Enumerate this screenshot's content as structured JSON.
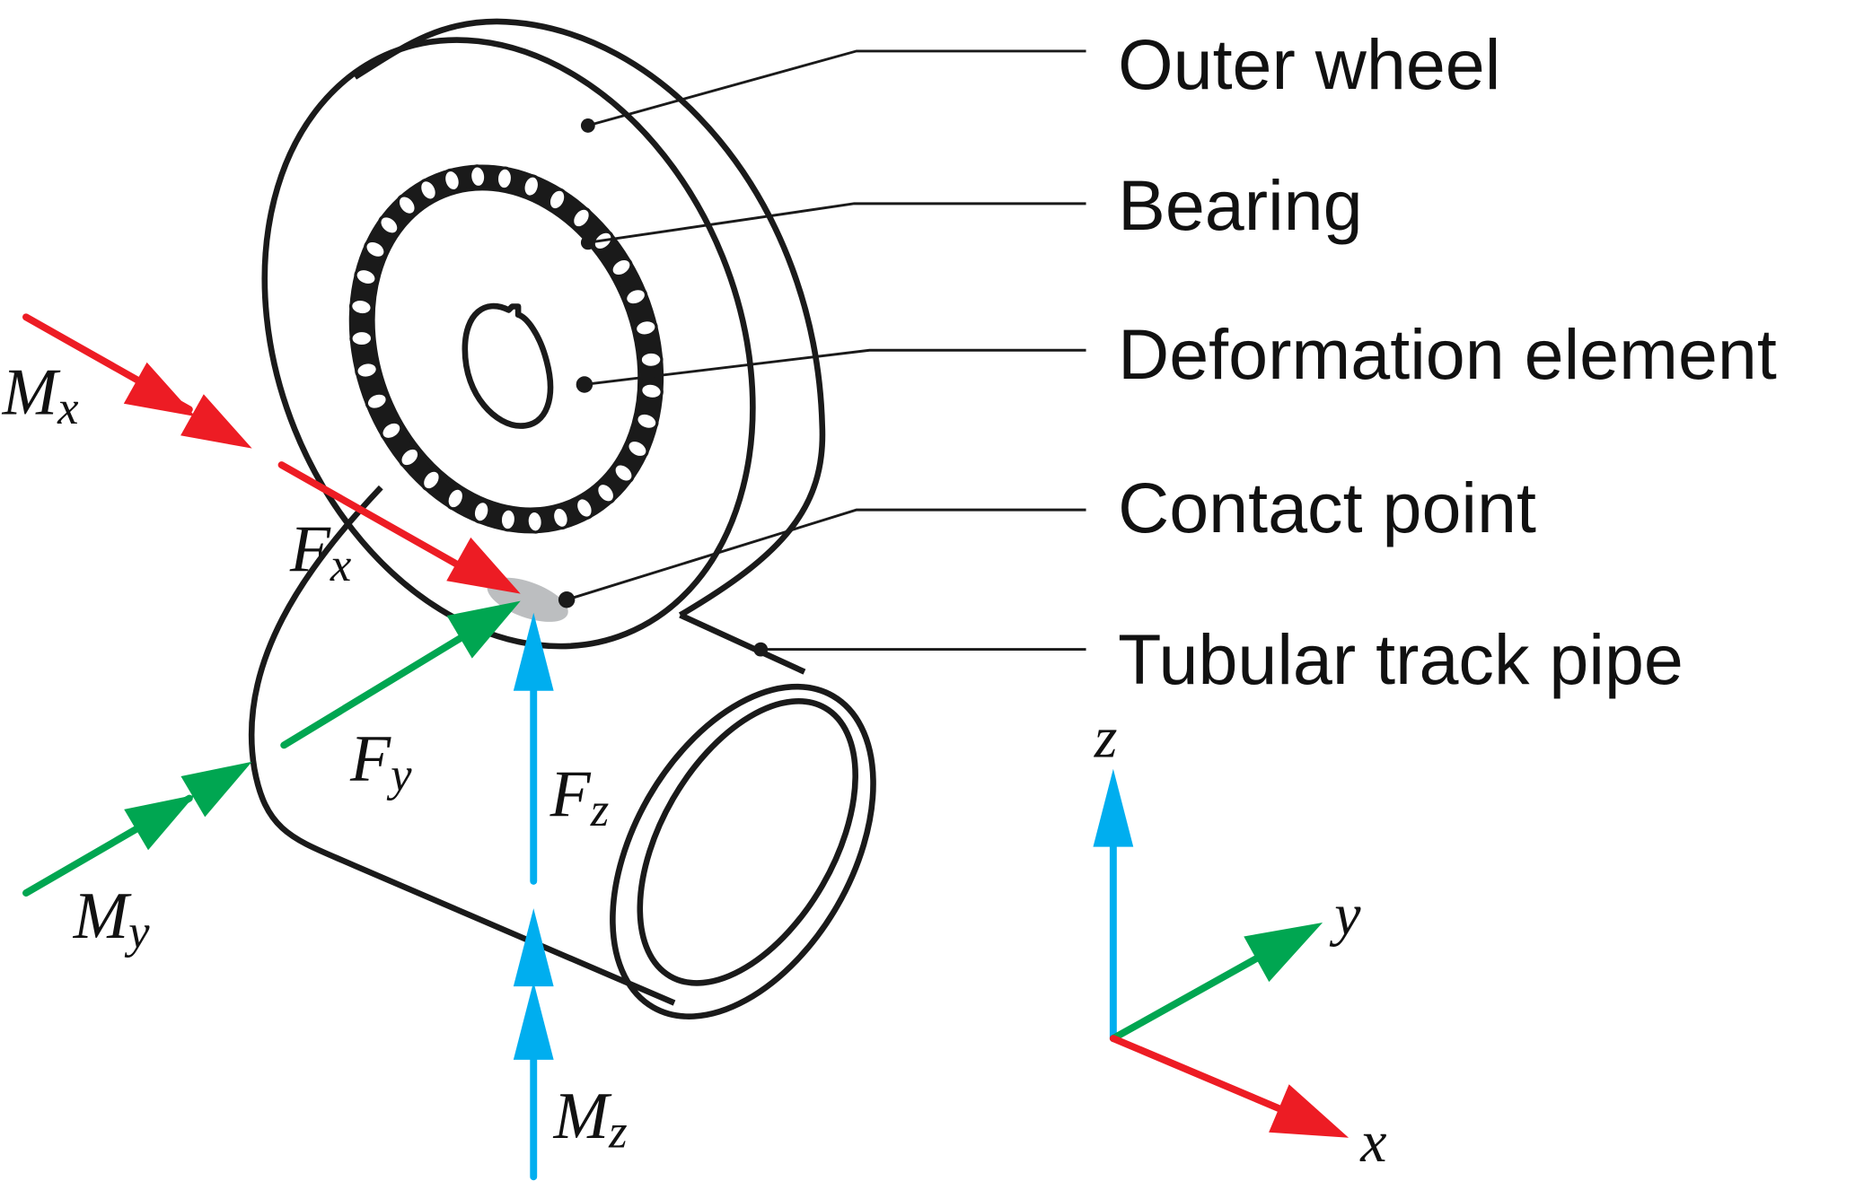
{
  "figure": {
    "type": "mechanical-diagram",
    "subject": "Wheel on tubular track pipe with contact forces and moments"
  },
  "labels": {
    "outer_wheel": "Outer wheel",
    "bearing": "Bearing",
    "deformation_element": "Deformation element",
    "contact_point": "Contact point",
    "tubular_track_pipe": "Tubular track pipe"
  },
  "forces": {
    "Fx": {
      "symbol": "F",
      "sub": "x",
      "axis": "x"
    },
    "Fy": {
      "symbol": "F",
      "sub": "y",
      "axis": "y"
    },
    "Fz": {
      "symbol": "F",
      "sub": "z",
      "axis": "z"
    }
  },
  "moments": {
    "Mx": {
      "symbol": "M",
      "sub": "x",
      "axis": "x"
    },
    "My": {
      "symbol": "M",
      "sub": "y",
      "axis": "y"
    },
    "Mz": {
      "symbol": "M",
      "sub": "z",
      "axis": "z"
    }
  },
  "axes": {
    "x": "x",
    "y": "y",
    "z": "z"
  },
  "colors": {
    "x_axis": "#ed1c24",
    "y_axis": "#00a651",
    "z_axis": "#00aeef",
    "outline": "#1a1a1a",
    "contact_patch": "#bcbec0"
  }
}
